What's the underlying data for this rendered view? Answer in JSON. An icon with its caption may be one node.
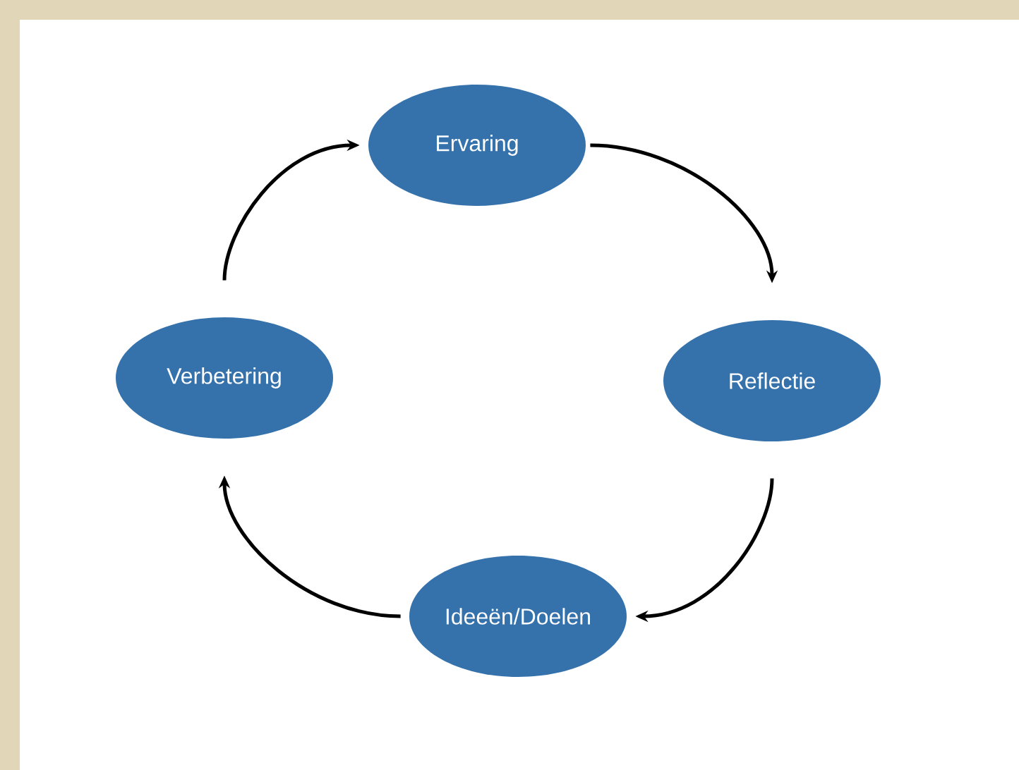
{
  "diagram": {
    "nodes": [
      {
        "text": [
          "Ervaring"
        ]
      },
      {
        "text": [
          "Reflectie"
        ]
      },
      {
        "text": [
          "Ideeën/Doelen"
        ]
      },
      {
        "text": [
          "Verbetering"
        ]
      }
    ],
    "edges": [
      {
        "from": 0,
        "to": 1,
        "arrow": "to"
      },
      {
        "from": 1,
        "to": 2,
        "arrow": "to"
      },
      {
        "from": 2,
        "to": 3,
        "arrow": "to"
      },
      {
        "from": 3,
        "to": 0,
        "arrow": "to"
      }
    ]
  }
}
